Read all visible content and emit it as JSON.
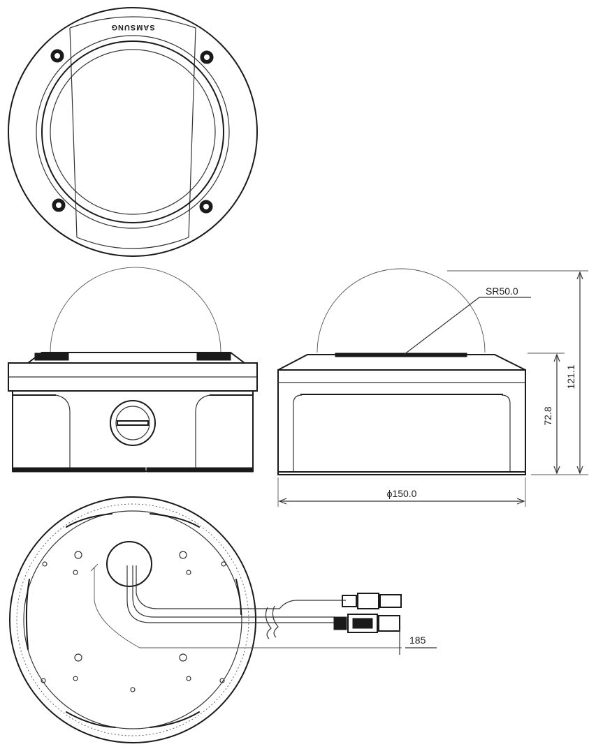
{
  "brand": {
    "logo_text": "SAMSUNG"
  },
  "dimensions": {
    "sphere_radius": "SR50.0",
    "total_height": "121.1",
    "body_height": "72.8",
    "diameter": "ϕ150.0",
    "cable_length": "185"
  },
  "colors": {
    "line": "#1a1a1a",
    "background": "#ffffff"
  }
}
